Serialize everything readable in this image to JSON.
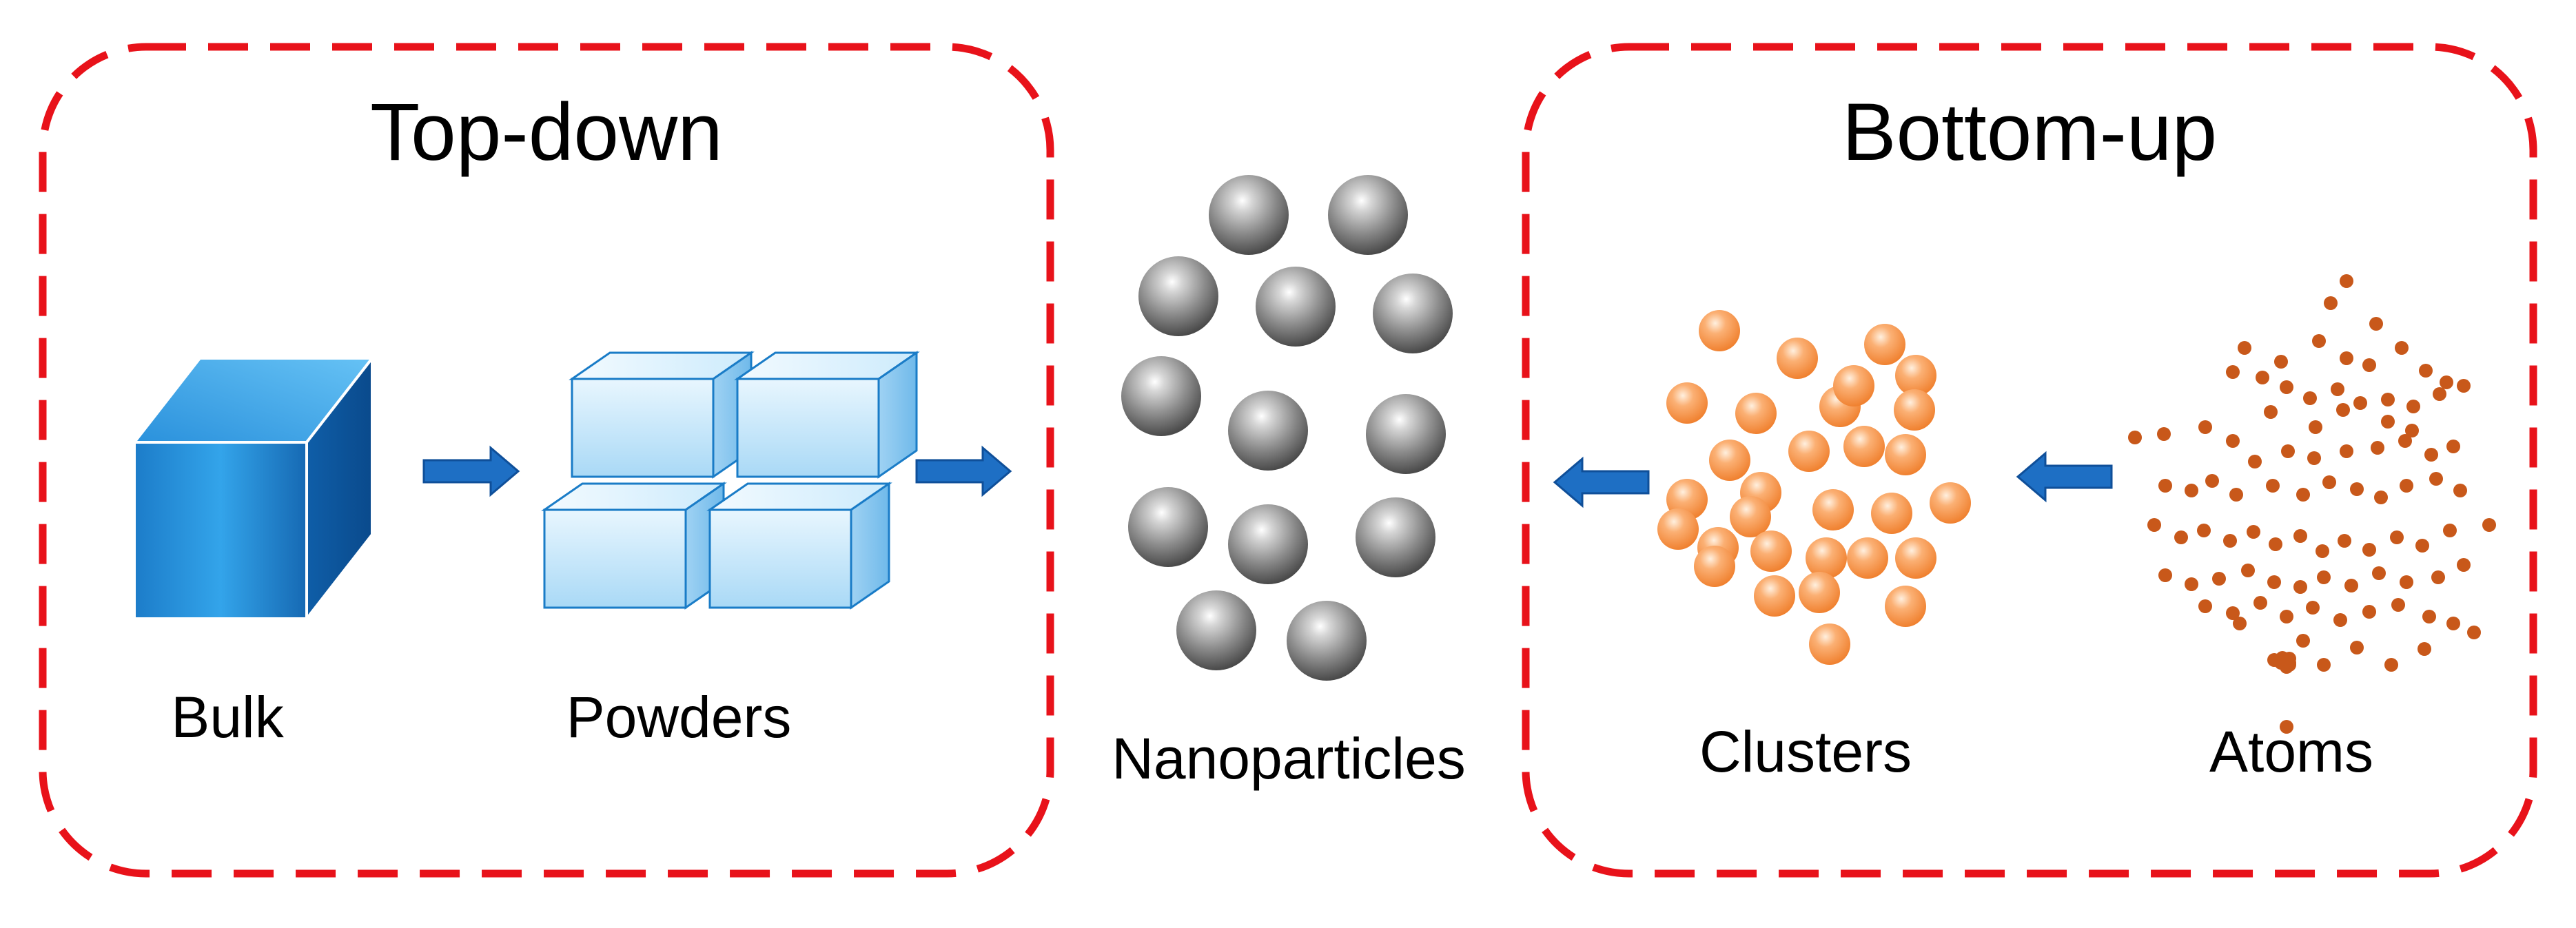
{
  "groups": {
    "top_down": {
      "title": "Top-down"
    },
    "bottom_up": {
      "title": "Bottom-up"
    }
  },
  "labels": {
    "bulk": "Bulk",
    "powders": "Powders",
    "nanoparticles": "Nanoparticles",
    "clusters": "Clusters",
    "atoms": "Atoms"
  },
  "colors": {
    "dashed_border": "#e8121a",
    "arrow": "#1e6fc4",
    "cube_blue": "#1f86d6",
    "powder_blue": "#bfe3fa",
    "nanoparticle_gray": "#8a8a8a",
    "cluster_orange": "#f79340",
    "atom_brown": "#c8581a"
  }
}
